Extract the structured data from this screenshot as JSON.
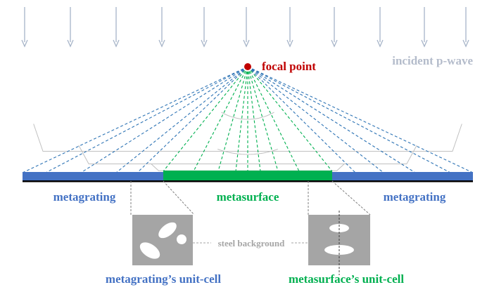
{
  "labels": {
    "focal_point": "focal point",
    "incident_wave": "incident p-wave",
    "metagrating_left": "metagrating",
    "metasurface": "metasurface",
    "metagrating_right": "metagrating",
    "steel_background": "steel background",
    "metagrating_cell": "metagrating’s unit-cell",
    "metasurface_cell": "metasurface’s unit-cell"
  },
  "colors": {
    "metagrating": "#4472c4",
    "metasurface": "#00b050",
    "focal": "#c00000",
    "incident_arrows": "#a6b4c8",
    "incident_text": "#b4bccb",
    "substrate": "#000000",
    "wavefront": "#c0c0c0",
    "cell_fill": "#a5a5a5",
    "note_text": "#a6a6a6",
    "ray_metagrating": "#2e74b5",
    "ray_metasurface": "#00b050"
  }
}
